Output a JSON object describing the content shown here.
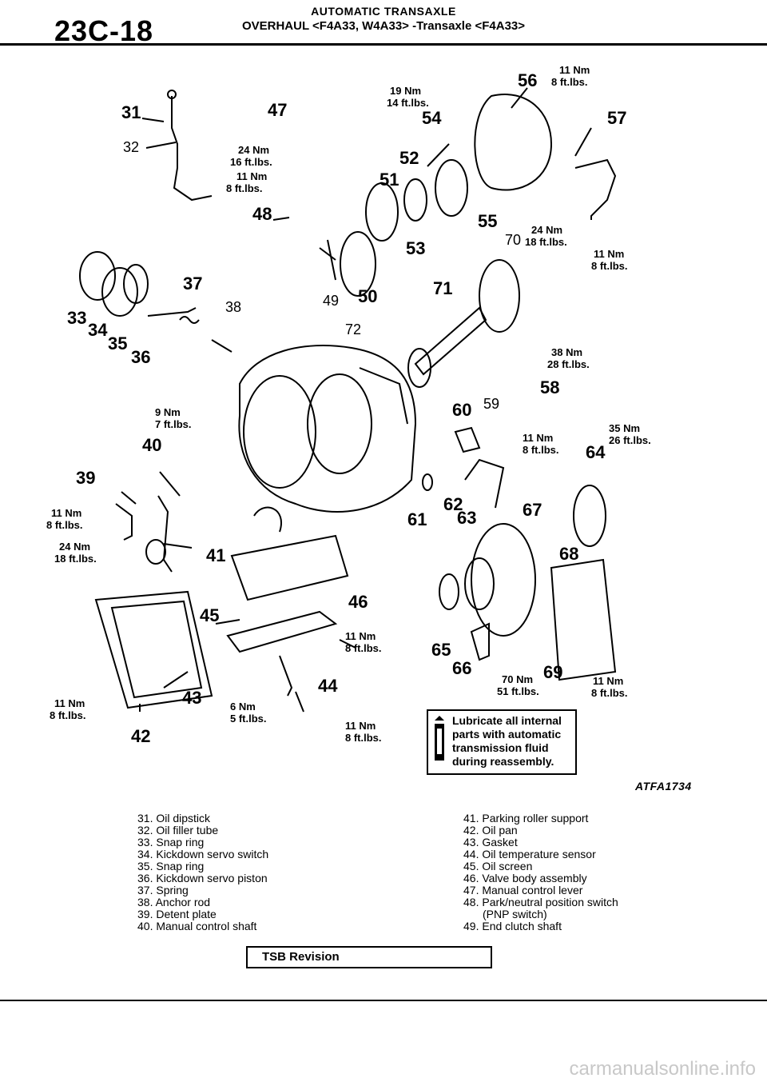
{
  "header": {
    "page_code": "23C-18",
    "title": "AUTOMATIC TRANSAXLE",
    "subtitle": "OVERHAUL <F4A33, W4A33> -Transaxle <F4A33>"
  },
  "figure": {
    "code": "ATFA1734",
    "callouts": [
      "31",
      "32",
      "33",
      "34",
      "35",
      "36",
      "37",
      "38",
      "39",
      "40",
      "41",
      "42",
      "43",
      "44",
      "45",
      "46",
      "47",
      "48",
      "49",
      "50",
      "51",
      "52",
      "53",
      "54",
      "55",
      "56",
      "57",
      "58",
      "59",
      "60",
      "61",
      "62",
      "63",
      "64",
      "65",
      "66",
      "67",
      "68",
      "69",
      "70",
      "71",
      "72"
    ],
    "torques": [
      {
        "nm": "19 Nm",
        "ftlbs": "14 ft.lbs."
      },
      {
        "nm": "11 Nm",
        "ftlbs": "8 ft.lbs."
      },
      {
        "nm": "24 Nm",
        "ftlbs": "16 ft.lbs."
      },
      {
        "nm": "11 Nm",
        "ftlbs": "8 ft.lbs."
      },
      {
        "nm": "24 Nm",
        "ftlbs": "18 ft.lbs."
      },
      {
        "nm": "11 Nm",
        "ftlbs": "8 ft.lbs."
      },
      {
        "nm": "38 Nm",
        "ftlbs": "28 ft.lbs."
      },
      {
        "nm": "9 Nm",
        "ftlbs": "7 ft.lbs."
      },
      {
        "nm": "11 Nm",
        "ftlbs": "8 ft.lbs."
      },
      {
        "nm": "35 Nm",
        "ftlbs": "26 ft.lbs."
      },
      {
        "nm": "11 Nm",
        "ftlbs": "8 ft.lbs."
      },
      {
        "nm": "24 Nm",
        "ftlbs": "18 ft.lbs."
      },
      {
        "nm": "11 Nm",
        "ftlbs": "8 ft.lbs."
      },
      {
        "nm": "70 Nm",
        "ftlbs": "51 ft.lbs."
      },
      {
        "nm": "11 Nm",
        "ftlbs": "8 ft.lbs."
      },
      {
        "nm": "11 Nm",
        "ftlbs": "8 ft.lbs."
      },
      {
        "nm": "6 Nm",
        "ftlbs": "5 ft.lbs."
      },
      {
        "nm": "11 Nm",
        "ftlbs": "8 ft.lbs."
      }
    ],
    "note": [
      "Lubricate all internal",
      "parts with automatic",
      "transmission fluid",
      "during reassembly."
    ]
  },
  "legend": {
    "left": [
      "31. Oil dipstick",
      "32. Oil filler tube",
      "33. Snap ring",
      "34. Kickdown servo switch",
      "35. Snap ring",
      "36. Kickdown servo piston",
      "37. Spring",
      "38. Anchor rod",
      "39. Detent plate",
      "40. Manual control shaft"
    ],
    "right": [
      "41. Parking roller support",
      "42. Oil pan",
      "43. Gasket",
      "44. Oil temperature sensor",
      "45. Oil screen",
      "46. Valve body assembly",
      "47. Manual control lever",
      "48. Park/neutral position switch",
      "(PNP switch)",
      "49. End clutch shaft"
    ]
  },
  "footer": {
    "tsb": "TSB Revision",
    "watermark": "carmanualsonline.info"
  }
}
